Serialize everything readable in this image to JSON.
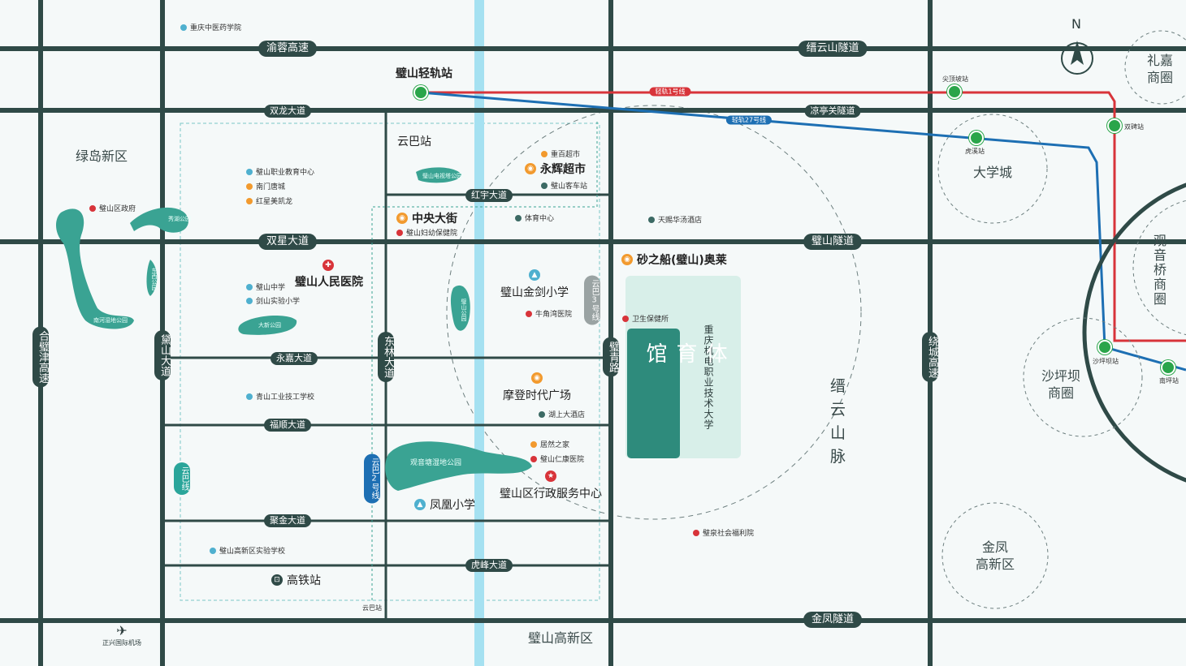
{
  "roads": {
    "h": [
      "渝蓉高速",
      "双龙大道",
      "红宇大道",
      "双星大道",
      "璧山隧道",
      "永嘉大道",
      "福顺大道",
      "聚金大道",
      "虎峰大道",
      "缙云山隧道",
      "凉亭关隧道",
      "金凤隧道"
    ],
    "v": [
      "合璧津高速",
      "黛山大道",
      "东林大道",
      "璧青路",
      "绕城高速"
    ],
    "yunba": [
      "云巴线",
      "云巴2号线",
      "云巴3号线"
    ]
  },
  "rail": {
    "line1": "轻轨1号线",
    "line27": "轻轨27号线"
  },
  "stations": {
    "bishan_rail": "璧山轻轨站",
    "yunba": "云巴站",
    "yunba_small": "云巴站",
    "gaotie": "高铁站",
    "jiandingpo": "尖顶坡站",
    "shuangbei": "双碑站",
    "huxi": "虎溪站",
    "shapingba_sta": "沙坪坝站",
    "nanping": "南坪站"
  },
  "districts": {
    "lvdao": "绿岛新区",
    "daxuecheng": "大学城",
    "lijia": "礼嘉\n商圈",
    "guanyinqiao": "观\n音\n桥\n商\n圈",
    "shapingba": "沙坪坝\n商圈",
    "jinfeng": "金凤\n高新区",
    "bishan_gx": "璧山高新区",
    "jinyun": "缙\n云\n山\n脉",
    "compass": "N"
  },
  "big_pois": {
    "yonghui": "永辉超市",
    "zhongyang": "中央大街",
    "renmin": "璧山人民医院",
    "jinjian": "璧山金剑小学",
    "modeng": "摩登时代广场",
    "fenghuang": "凤凰小学",
    "xingzheng": "璧山区行政服务中心",
    "shazhichuan": "砂之船(璧山)奥莱",
    "zhongqing_jd": "重庆机电职业技术大学"
  },
  "pois": {
    "zhongyi": "重庆中医药学院",
    "zhijiao": "璧山职业教育中心",
    "nanmen": "南门唐城",
    "hongxing": "红星美凯龙",
    "quzhengfu": "璧山区政府",
    "bishanzhongxue": "璧山中学",
    "jianshi": "剑山实验小学",
    "qingshan": "青山工业技工学校",
    "gaoxinshiyan": "璧山高新区实验学校",
    "baihuo": "重百超市",
    "keyun": "璧山客车站",
    "tiyu": "体育中心",
    "fuyou": "璧山妇幼保健院",
    "niujiao": "牛角湾医院",
    "tianci": "天赐华汤酒店",
    "weisheng": "卫生保健所",
    "hushang": "湖上大酒店",
    "jurangzhijia": "居然之家",
    "renkang": "璧山仁康医院",
    "fuli": "璧泉社会福利院",
    "airport": "正兴国际机场"
  },
  "parks": {
    "dianbo": "璧山电视塔公园",
    "xiuhu": "秀湖公园",
    "guanyin": "观音塘湿地公园",
    "nanhe": "南河湿地公园",
    "dongxi": "东西公园",
    "daxin": "大新公园",
    "jinzhi": "璧山公园"
  },
  "sport_block": "体\n育\n馆",
  "colors": {
    "road": "#2f4a47",
    "river": "#9fe0f0",
    "line1": "#d8343a",
    "line27": "#1d6fb3",
    "park": "#3aa393",
    "station": "#2aa54a"
  }
}
